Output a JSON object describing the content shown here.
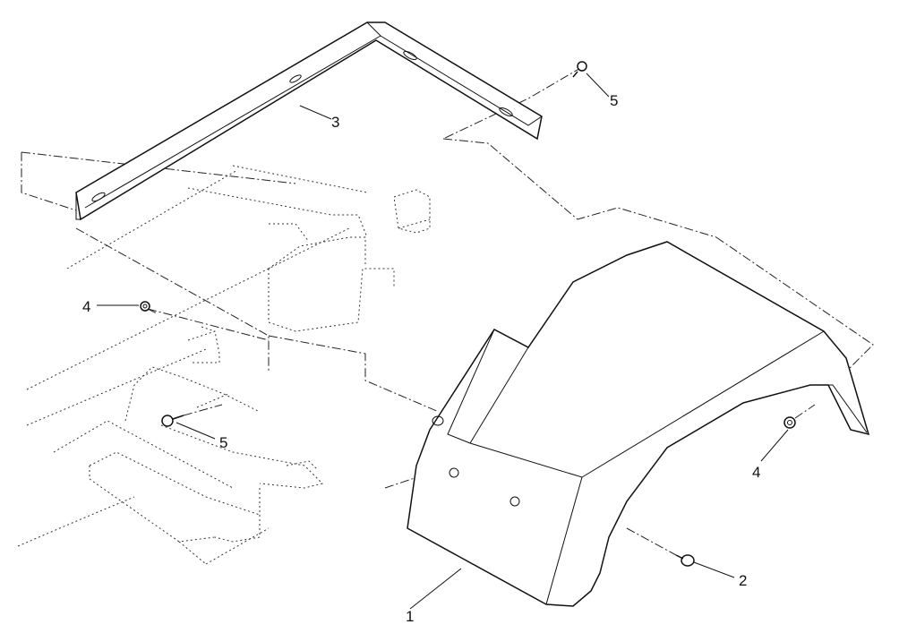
{
  "callouts": {
    "one": "1",
    "two": "2",
    "three": "3",
    "four_left": "4",
    "four_right": "4",
    "five_top": "5",
    "five_left": "5"
  },
  "parts": [
    "fender",
    "carriage-bolt",
    "mounting-bracket",
    "flange-nut",
    "screw"
  ]
}
